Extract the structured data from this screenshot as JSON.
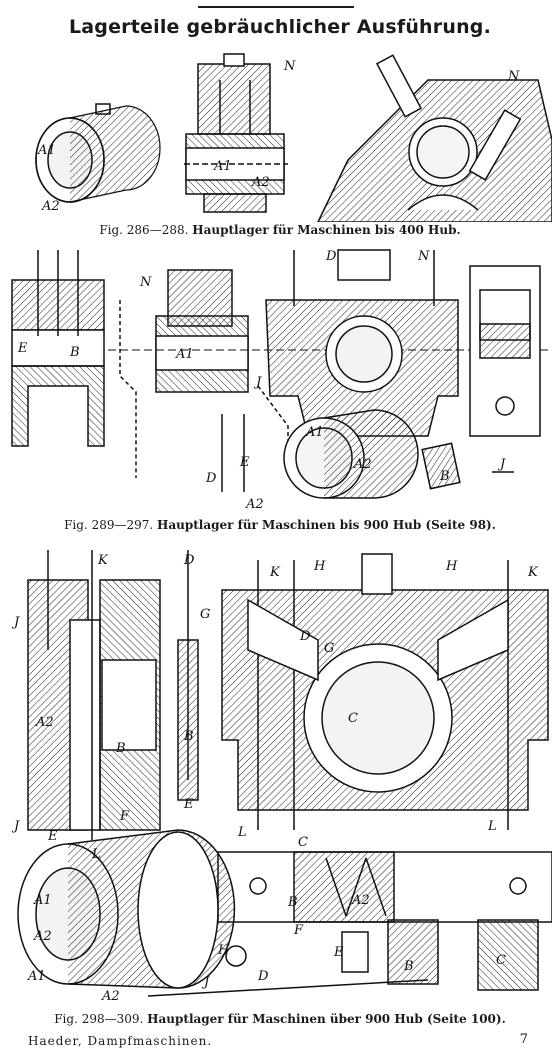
{
  "page": {
    "title": "Lagerteile gebräuchlicher Ausführung.",
    "footer_author": "Haeder, Dampfmaschinen.",
    "page_number": "7"
  },
  "figures": [
    {
      "fig_no": "Fig. 286—288.",
      "caption": "Hauptlager für Maschinen bis 400 Hub.",
      "labels": [
        "A1",
        "A2",
        "N",
        "A1",
        "A2",
        "N"
      ]
    },
    {
      "fig_no": "Fig. 289—297.",
      "caption": "Hauptlager für Maschinen bis 900 Hub (Seite 98).",
      "labels": [
        "E",
        "B",
        "N",
        "A1",
        "J",
        "D",
        "N",
        "D",
        "E",
        "A1",
        "A2",
        "A2",
        "B",
        "J"
      ]
    },
    {
      "fig_no": "Fig. 298—309.",
      "caption": "Hauptlager für Maschinen über 900 Hub (Seite 100).",
      "labels": [
        "J",
        "K",
        "D",
        "G",
        "A2",
        "B",
        "B",
        "E",
        "F",
        "E",
        "L",
        "J",
        "K",
        "H",
        "H",
        "K",
        "D",
        "G",
        "C",
        "L",
        "L",
        "C",
        "B",
        "A2",
        "A1",
        "A2",
        "A1",
        "A2",
        "H",
        "F",
        "E",
        "B",
        "C",
        "J",
        "D"
      ]
    }
  ]
}
